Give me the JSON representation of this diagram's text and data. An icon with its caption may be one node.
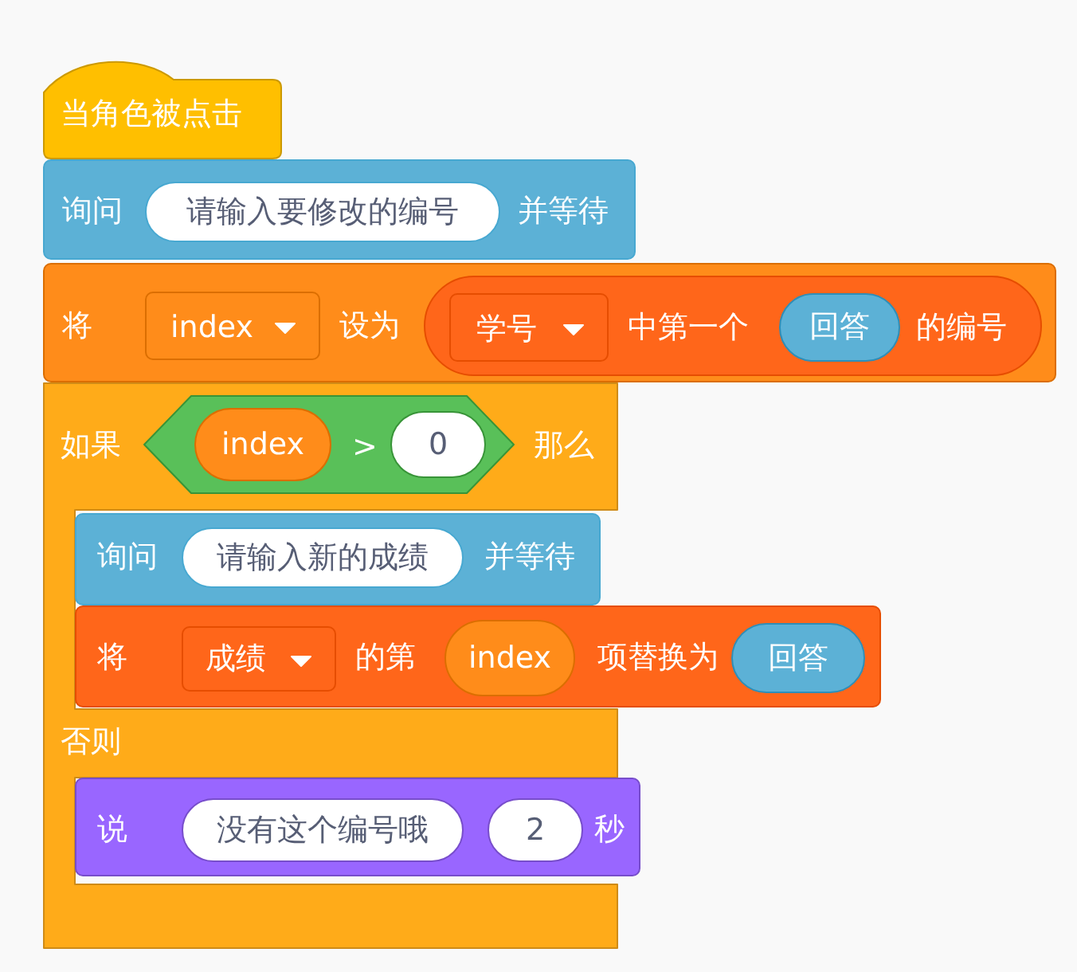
{
  "diagram": {
    "nodes": [
      {
        "text": [
          "当角色被点击"
        ]
      },
      {
        "text": [
          "询问",
          "并等待"
        ]
      },
      {
        "text": [
          "请输入要修改的编号"
        ],
        "in": 1
      },
      {
        "text": [
          "将",
          "设为"
        ]
      },
      {
        "text": [
          "index"
        ],
        "in": 3
      },
      {
        "text": [
          "中第一个",
          "的编号"
        ],
        "in": 3
      },
      {
        "text": [
          "学号"
        ],
        "in": 5
      },
      {
        "text": [
          "回答"
        ],
        "in": 5
      },
      {
        "text": [
          "如果",
          "那么",
          "否则"
        ]
      },
      {
        "text": [
          ">"
        ],
        "in": 8
      },
      {
        "text": [
          "index"
        ],
        "in": 9
      },
      {
        "text": [
          "0"
        ],
        "in": 9
      },
      {
        "text": [
          "询问",
          "并等待"
        ],
        "in": 8
      },
      {
        "text": [
          "请输入新的成绩"
        ],
        "in": 12
      },
      {
        "text": [
          "将",
          "的第",
          "项替换为"
        ]
      },
      {
        "text": [
          "成绩"
        ],
        "in": 14
      },
      {
        "text": [
          "index"
        ],
        "in": 14
      },
      {
        "text": [
          "回答"
        ],
        "in": 14
      },
      {
        "text": [
          "说",
          "秒"
        ],
        "in": 8
      },
      {
        "text": [
          "没有这个编号哦"
        ],
        "in": 18
      },
      {
        "text": [
          "2"
        ],
        "in": 18
      }
    ]
  }
}
